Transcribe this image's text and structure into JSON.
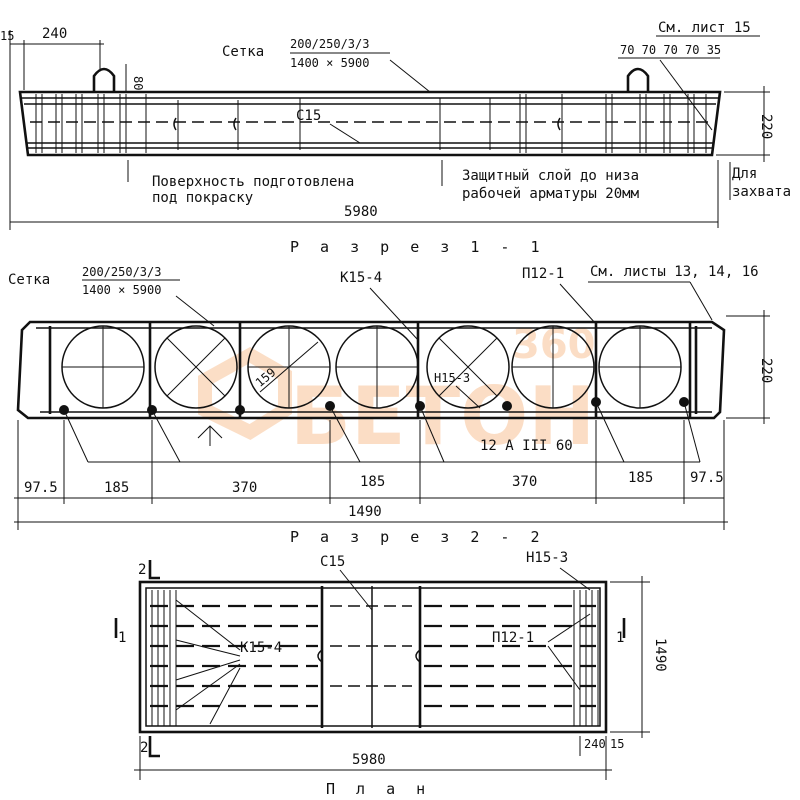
{
  "section1": {
    "title": "Р а з р е з 1 - 1",
    "dim_15": "15",
    "dim_240": "240",
    "dim_80": "80",
    "setka_label": "Сетка",
    "setka_top": "200/250/3/3",
    "setka_bottom": "1400 × 5900",
    "see_sheet": "См. лист 15",
    "dims_right": "70 70 70 70 35",
    "c15_label": "С15",
    "height": "220",
    "surface_line1": "Поверхность подготовлена",
    "surface_line2": "под покраску",
    "protect_line1": "Защитный слой до низа",
    "protect_line2": "рабочей арматуры 20мм",
    "grip_line1": "Для",
    "grip_line2": "захвата",
    "length": "5980"
  },
  "section2": {
    "title": "Р а з р е з 2 - 2",
    "setka_label": "Сетка",
    "setka_top": "200/250/3/3",
    "setka_bottom": "1400 × 5900",
    "k15_4": "К15-4",
    "p12_1": "П12-1",
    "see_sheets": "См. листы 13, 14, 16",
    "n15_3": "Н15-3",
    "diameter": "159",
    "height": "220",
    "rebar": "12 А III 60",
    "dims": [
      "97.5",
      "185",
      "370",
      "185",
      "370",
      "185",
      "97.5"
    ],
    "width": "1490"
  },
  "plan": {
    "title": "П л а н",
    "mark_2_top": "2",
    "mark_2_bottom": "2",
    "mark_1_left": "1",
    "mark_1_right": "1",
    "c15_label": "С15",
    "n15_3": "Н15-3",
    "k15_4": "К15-4",
    "p12_1": "П12-1",
    "width": "1490",
    "length": "5980",
    "dim_240": "240",
    "dim_15": "15"
  },
  "watermark": {
    "top": "360",
    "bottom": "БЕТОН"
  },
  "colors": {
    "ink": "#111111",
    "paper": "#ffffff",
    "watermark": "#f4a15c"
  }
}
